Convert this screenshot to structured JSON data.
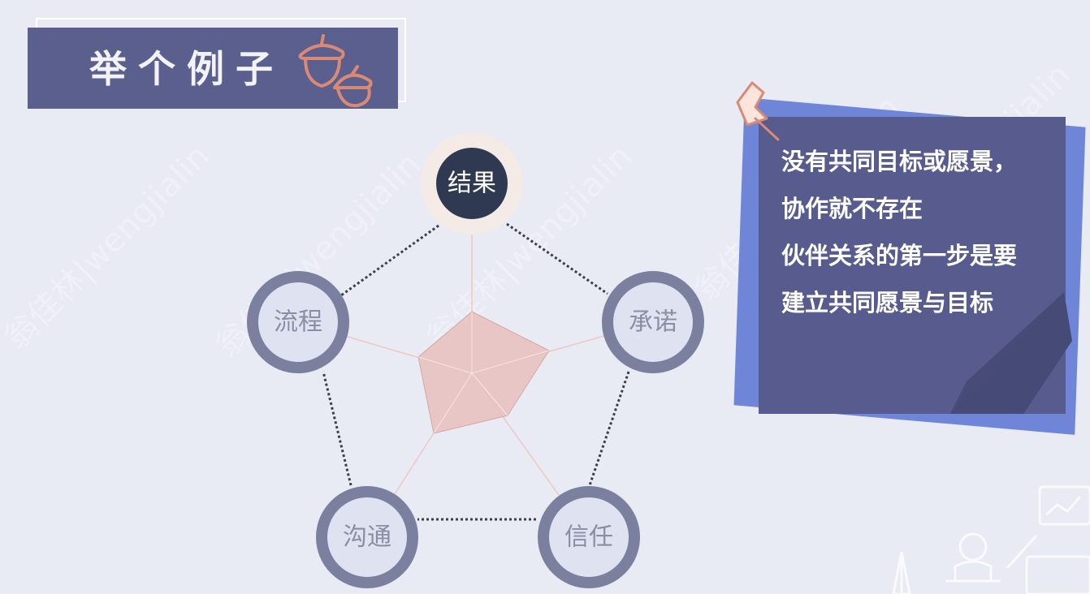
{
  "title": {
    "text": "举个例子",
    "icon": "acorn-icon"
  },
  "watermark": "翁佳林|wengjialin",
  "diagram": {
    "center": "结果",
    "nodes": [
      "结果",
      "承诺",
      "信任",
      "沟通",
      "流程"
    ]
  },
  "note": {
    "lines": [
      "没有共同目标或愿景，",
      "协作就不存在",
      "伙伴关系的第一步是要",
      "建立共同愿景与目标"
    ]
  },
  "colors": {
    "title_bg": "#5b5f8e",
    "top_node": "#2f3a52",
    "ring": "#7c809f",
    "radar_fill": "#e8c0bc",
    "note_bg": "#575b8d",
    "note_back": "#6f86d8",
    "accent": "#d98a74"
  }
}
